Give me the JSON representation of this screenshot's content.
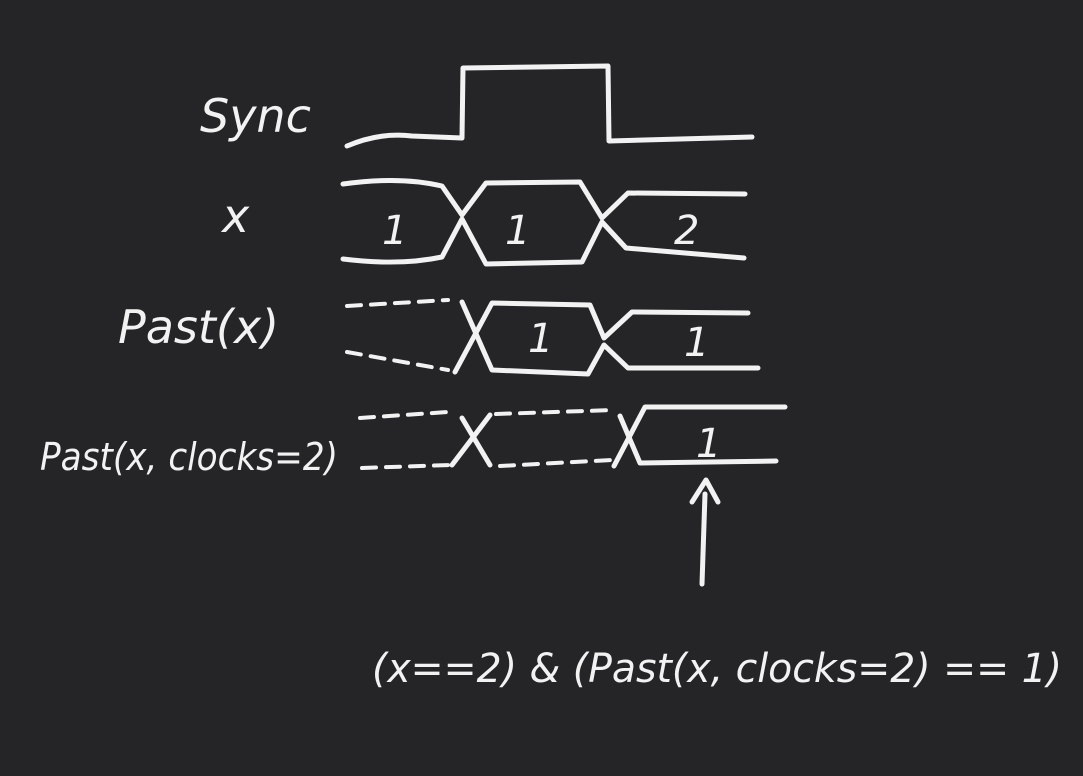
{
  "signals": [
    {
      "label": "Sync"
    },
    {
      "label": "x",
      "values": [
        "1",
        "1",
        "2"
      ]
    },
    {
      "label": "Past(x)",
      "values": [
        "1",
        "1"
      ]
    },
    {
      "label": "Past(x, clocks=2)",
      "values": [
        "1"
      ]
    }
  ],
  "expression": "(x==2) & (Past(x, clocks=2) == 1)",
  "colors": {
    "background": "#252527",
    "ink": "#f2f2f2"
  }
}
